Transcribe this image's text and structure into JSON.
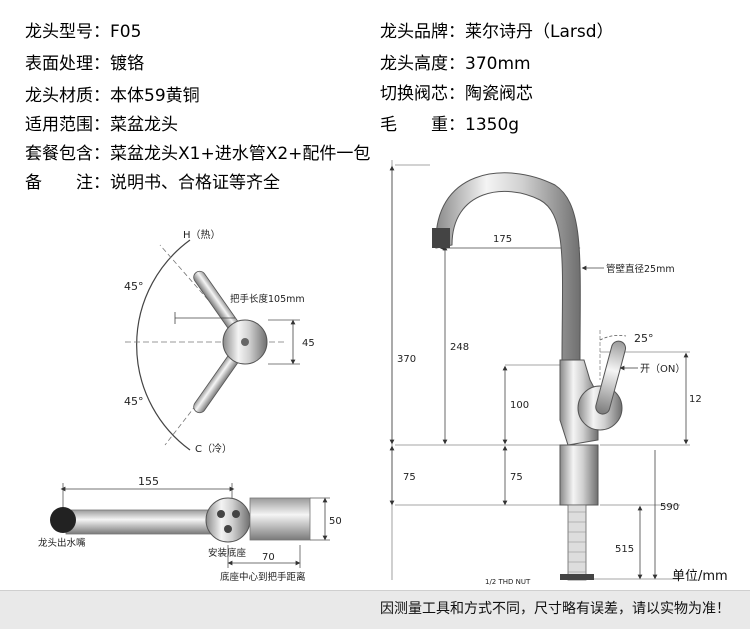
{
  "specs": {
    "left": [
      {
        "key": "龙头型号：",
        "value": "F05"
      },
      {
        "key": "表面处理：",
        "value": "镀铬"
      },
      {
        "key": "龙头材质：",
        "value": "本体59黄铜"
      },
      {
        "key": "适用范围：",
        "value": "菜盆龙头"
      },
      {
        "key": "套餐包含：",
        "value": "菜盆龙头X1+进水管X2+配件一包"
      },
      {
        "key": "备　　注：",
        "value": "说明书、合格证等齐全"
      }
    ],
    "right": [
      {
        "key": "龙头品牌：",
        "value": "莱尔诗丹（Larsd）"
      },
      {
        "key": "龙头高度：",
        "value": "370mm"
      },
      {
        "key": "切换阀芯：",
        "value": "陶瓷阀芯"
      },
      {
        "key": "毛　　重：",
        "value": "1350g"
      }
    ]
  },
  "top_view": {
    "hot_label": "H（热）",
    "cold_label": "C（冷）",
    "angle_top": "45°",
    "angle_bottom": "45°",
    "handle_length": "把手长度105mm",
    "dim_45": "45"
  },
  "bottom_view": {
    "dim_155": "155",
    "dim_50": "50",
    "dim_70": "70",
    "spout_label": "龙头出水嘴",
    "base_label": "安装底座",
    "center_label": "底座中心到把手距离"
  },
  "side_view": {
    "dim_175": "175",
    "pipe_diameter": "管壁直径25mm",
    "angle_25": "25°",
    "on_label": "开（ON）",
    "dim_370": "370",
    "dim_248": "248",
    "dim_100": "100",
    "dim_75a": "75",
    "dim_75b": "75",
    "dim_590": "590",
    "dim_515": "515",
    "dim_12": "12",
    "thread": "1/2 THD NUT"
  },
  "unit": "单位/mm",
  "footer": "因测量工具和方式不同，尺寸略有误差，请以实物为准！"
}
